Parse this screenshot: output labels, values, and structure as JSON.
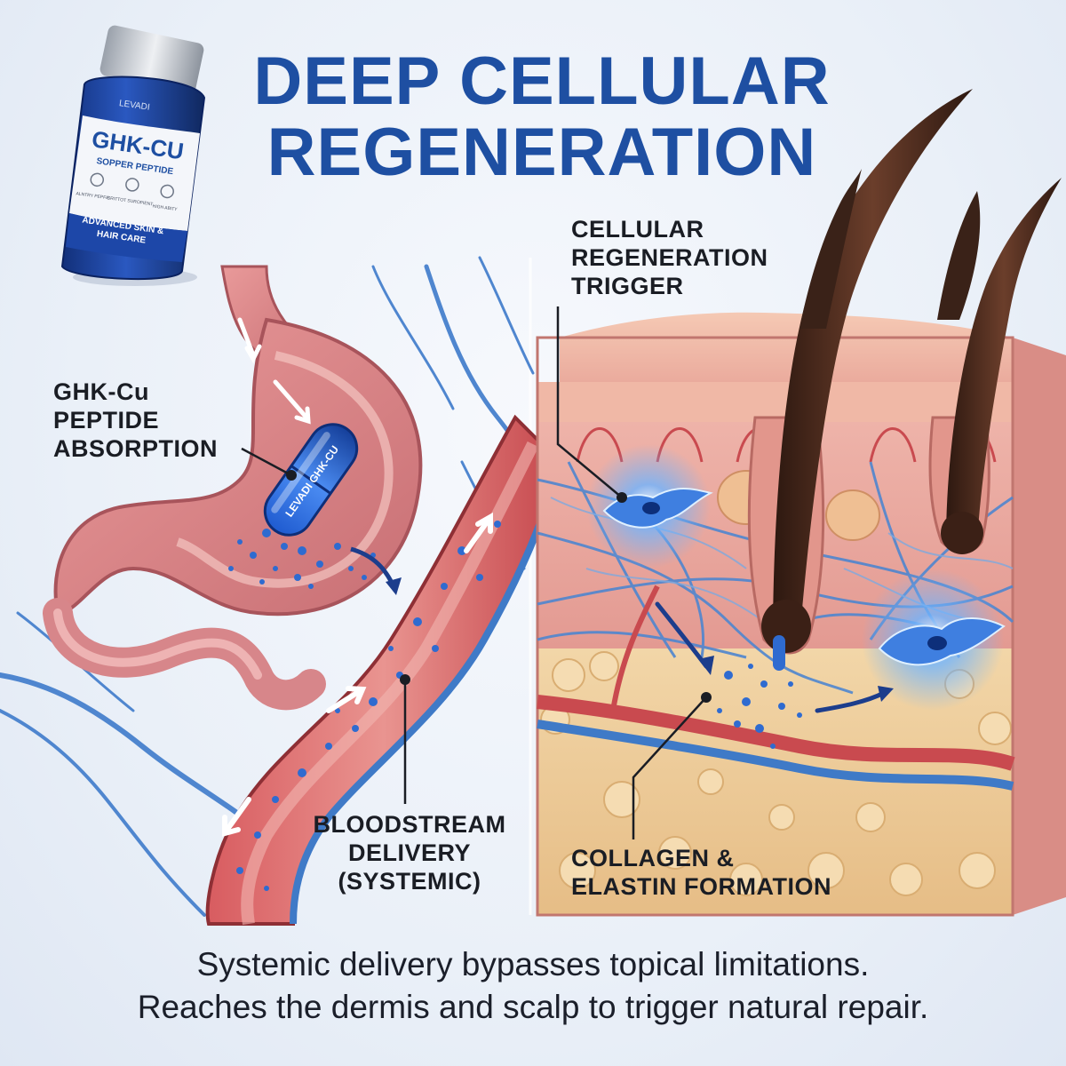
{
  "title": {
    "line1": "DEEP CELLULAR",
    "line2": "REGENERATION"
  },
  "product": {
    "brand": "LEVADI",
    "name": "GHK-CU",
    "subtitle": "SOPPER PEPTIDE",
    "badges": [
      "ALNTRY PEPFIE",
      "GRITTOT SUROPIENT",
      "HIGH ABITY"
    ],
    "band_line1": "ADVANCED SKIN &",
    "band_line2": "HAIR CARE",
    "capsule_text": "LEVADI GHK-CU"
  },
  "labels": {
    "absorption": [
      "GHK-Cu",
      "PEPTIDE",
      "ABSORPTION"
    ],
    "trigger": [
      "CELLULAR",
      "REGENERATION",
      "TRIGGER"
    ],
    "bloodstream": [
      "BLOODSTREAM",
      "DELIVERY",
      "(SYSTEMIC)"
    ],
    "collagen": [
      "COLLAGEN &",
      "ELASTIN FORMATION"
    ]
  },
  "caption": {
    "line1": "Systemic delivery bypasses topical limitations.",
    "line2": "Reaches the dermis and scalp to trigger natural repair."
  },
  "colors": {
    "title": "#1e4fa2",
    "vessel_red": "#c94a4f",
    "vessel_blue": "#3f7ac7",
    "skin": "#eab0a6",
    "hair": "#4a2a1e"
  }
}
